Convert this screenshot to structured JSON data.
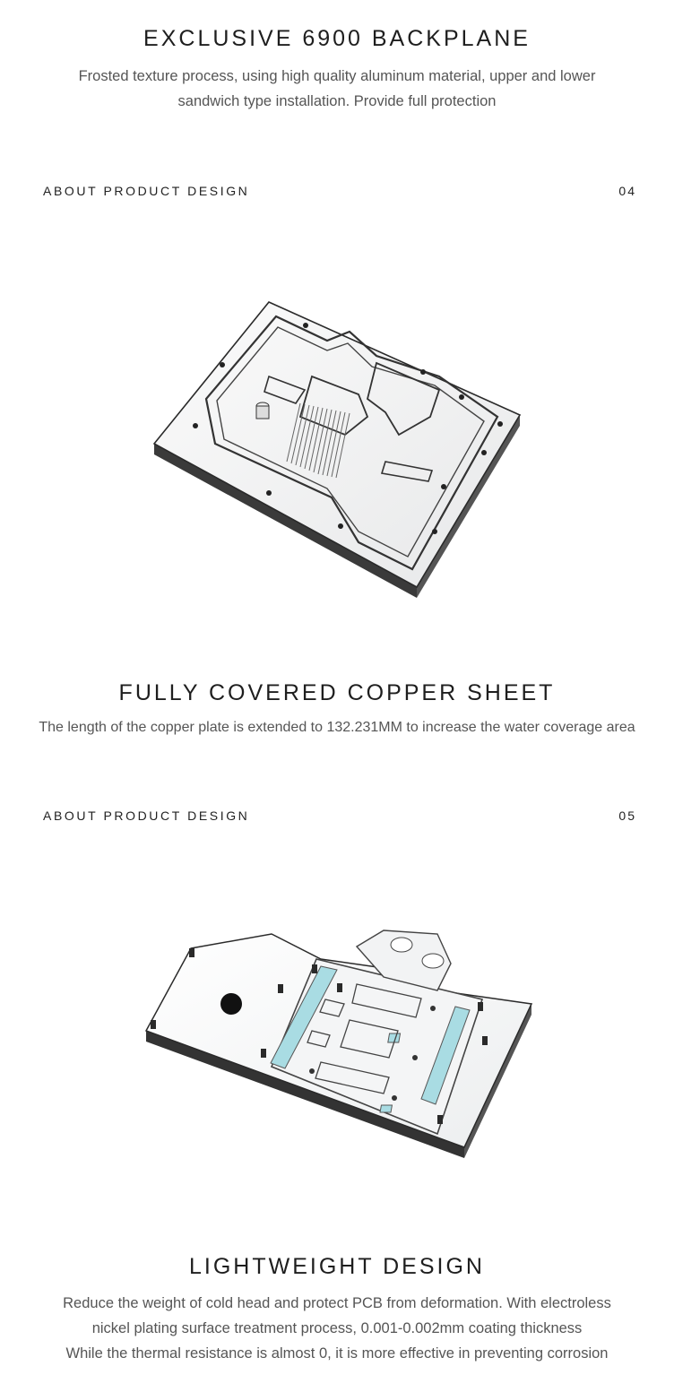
{
  "section_backplane": {
    "title": "EXCLUSIVE 6900 BACKPLANE",
    "lines": [
      "Frosted texture process, using high quality aluminum material, upper and lower",
      "sandwich type installation. Provide full protection"
    ]
  },
  "design_04": {
    "label": "ABOUT PRODUCT DESIGN",
    "number": "04"
  },
  "section_copper": {
    "title": "FULLY COVERED COPPER SHEET",
    "lines": [
      "The length of the copper plate is extended to 132.231MM to increase the water coverage area"
    ]
  },
  "design_05": {
    "label": "ABOUT PRODUCT DESIGN",
    "number": "05"
  },
  "section_lightweight": {
    "title": "LIGHTWEIGHT DESIGN",
    "lines": [
      "Reduce the weight of cold head and protect PCB from deformation. With electroless",
      "nickel plating surface treatment process, 0.001-0.002mm coating thickness",
      "While the thermal resistance is almost 0, it is more effective in preventing corrosion"
    ]
  },
  "colors": {
    "thermal_pad": "#a9dce3",
    "plate": "#f3f4f5",
    "edge": "#2a2a2a"
  }
}
